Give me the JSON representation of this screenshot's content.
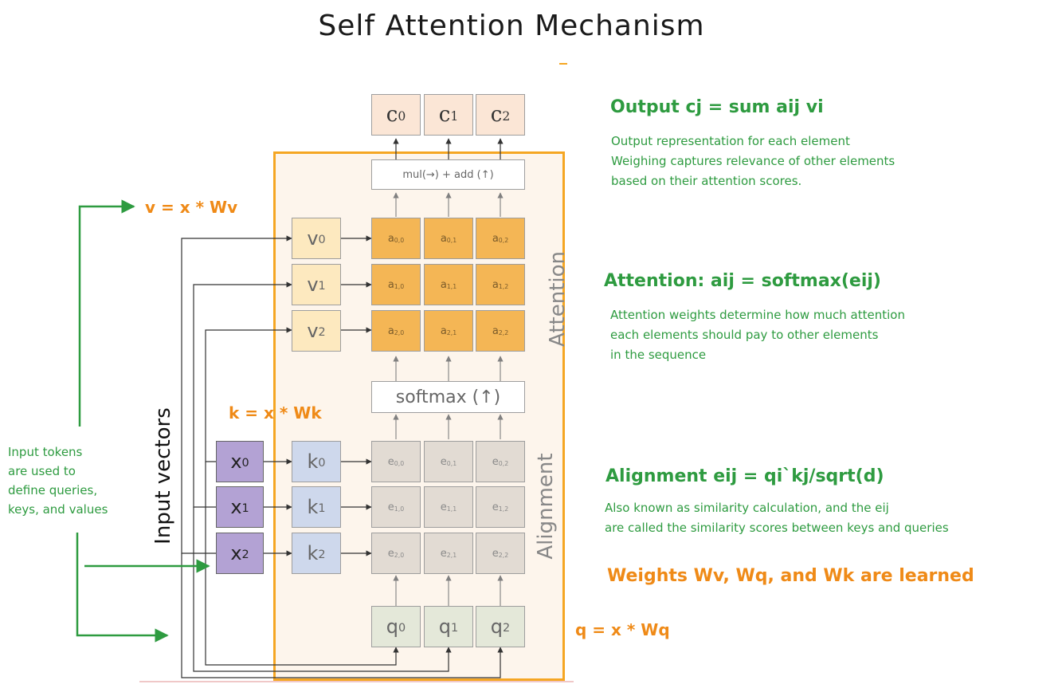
{
  "title": "Self Attention Mechanism",
  "outputs": [
    "c",
    "c",
    "c"
  ],
  "output_subs": [
    "0",
    "1",
    "2"
  ],
  "mul_label": "mul(→) + add (↑)",
  "attention_label": "Attention",
  "alignment_label": "Alignment",
  "input_vectors_label": "Input vectors",
  "softmax_label": "softmax (↑)",
  "v_labels": [
    "v",
    "v",
    "v"
  ],
  "k_labels": [
    "k",
    "k",
    "k"
  ],
  "x_labels": [
    "x",
    "x",
    "x"
  ],
  "q_labels": [
    "q",
    "q",
    "q"
  ],
  "index_subs": [
    "0",
    "1",
    "2"
  ],
  "a_matrix": [
    [
      "a",
      "a",
      "a"
    ],
    [
      "a",
      "a",
      "a"
    ],
    [
      "a",
      "a",
      "a"
    ]
  ],
  "a_subs": [
    [
      "0,0",
      "0,1",
      "0,2"
    ],
    [
      "1,0",
      "1,1",
      "1,2"
    ],
    [
      "2,0",
      "2,1",
      "2,2"
    ]
  ],
  "e_matrix": [
    [
      "e",
      "e",
      "e"
    ],
    [
      "e",
      "e",
      "e"
    ],
    [
      "e",
      "e",
      "e"
    ]
  ],
  "e_subs": [
    [
      "0,0",
      "0,1",
      "0,2"
    ],
    [
      "1,0",
      "1,1",
      "1,2"
    ],
    [
      "2,0",
      "2,1",
      "2,2"
    ]
  ],
  "annotations": {
    "v_eq": "v = x * Wv",
    "k_eq": "k = x * Wk",
    "q_eq": "q = x * Wq",
    "input_note": [
      "Input tokens",
      "are used to",
      "define queries,",
      "keys, and values"
    ],
    "output_title": "Output cj = sum aij vi",
    "output_lines": [
      "Output representation for each element",
      "Weighing captures relevance of other elements",
      "based on their attention scores."
    ],
    "attention_title": "Attention: aij = softmax(eij)",
    "attention_lines": [
      "Attention weights determine how much attention",
      "each elements should pay to other elements",
      "in the sequence"
    ],
    "alignment_title": "Alignment eij = qi`kj/sqrt(d)",
    "alignment_lines": [
      "Also known as similarity calculation, and the eij",
      "are called the similarity scores between keys and queries"
    ],
    "weights_learned": "Weights Wv, Wq, and Wk are learned"
  },
  "colors": {
    "green": "#2e9b40",
    "orange": "#ef8a17",
    "frame_orange": "#f5a623",
    "a_fill": "#f4b655",
    "v_fill": "#fde9bf",
    "k_fill": "#ced8ec",
    "x_fill": "#b3a2d4",
    "e_fill": "#e2dbd3",
    "q_fill": "#e4e8d9",
    "c_fill": "#fbe6d6"
  }
}
